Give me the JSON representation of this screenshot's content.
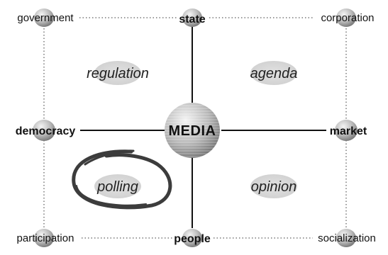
{
  "nodes": {
    "top_left": "government",
    "top": "state",
    "top_right": "corporation",
    "left": "democracy",
    "center": "MEDIA",
    "right": "market",
    "bottom_left": "participation",
    "bottom": "people",
    "bottom_right": "socialization"
  },
  "quadrants": {
    "top_left": "regulation",
    "top_right": "agenda",
    "bottom_left": "polling",
    "bottom_right": "opinion"
  },
  "highlighted_quadrant": "polling",
  "colors": {
    "solid_line": "#111111",
    "dotted_line": "#9a9a9a",
    "ellipse_fill": "#d6d6d6",
    "sphere_light": "#f4f4f4",
    "sphere_dark": "#6e6e6e",
    "circle_stroke": "#3c3c3c"
  }
}
